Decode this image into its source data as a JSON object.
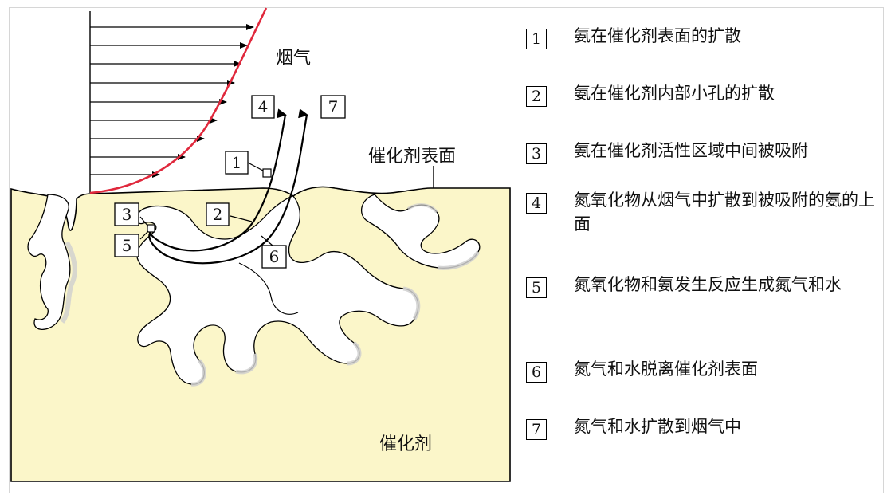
{
  "diagram": {
    "flue_gas_label": "烟气",
    "catalyst_surface_label": "催化剂表面",
    "catalyst_label": "催化剂",
    "step_numbers": [
      "1",
      "2",
      "3",
      "4",
      "5",
      "6",
      "7"
    ],
    "colors": {
      "catalyst_fill": "#fbf6c9",
      "velocity_curve": "#e0283c",
      "outline": "#000000",
      "pore_shadow": "#cfcfcf"
    }
  },
  "legend": {
    "items": [
      {
        "num": "1",
        "text": "氨在催化剂表面的扩散"
      },
      {
        "num": "2",
        "text": "氨在催化剂内部小孔的扩散"
      },
      {
        "num": "3",
        "text": "氨在催化剂活性区域中间被吸附"
      },
      {
        "num": "4",
        "text": "氮氧化物从烟气中扩散到被吸附的氨的上面"
      },
      {
        "num": "5",
        "text": "氮氧化物和氨发生反应生成氮气和水"
      },
      {
        "num": "6",
        "text": "氮气和水脱离催化剂表面"
      },
      {
        "num": "7",
        "text": "氮气和水扩散到烟气中"
      }
    ]
  }
}
